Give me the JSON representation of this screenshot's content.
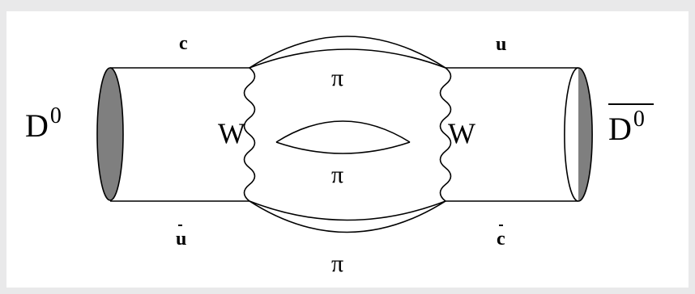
{
  "labels": {
    "left_meson": "D",
    "left_meson_sup": "0",
    "right_meson": "D",
    "right_meson_sup": "0",
    "boson_left": "W",
    "boson_right": "W",
    "pion_top": "π",
    "pion_middle": "π",
    "pion_bottom": "π",
    "quark_top_left": "c",
    "quark_top_right": "u",
    "quark_bottom_left": "u",
    "quark_bottom_right": "c"
  }
}
